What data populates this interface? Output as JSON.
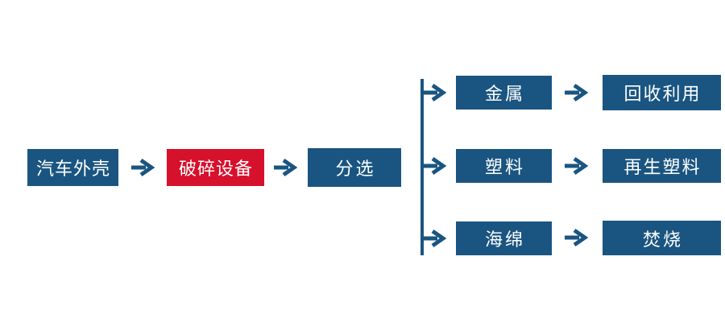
{
  "diagram": {
    "main_flow": {
      "source_label": "汽车外壳",
      "process_label": "破碎设备",
      "sorting_label": "分选"
    },
    "branches": [
      {
        "material": "金属",
        "outcome": "回收利用"
      },
      {
        "material": "塑料",
        "outcome": "再生塑料"
      },
      {
        "material": "海绵",
        "outcome": "焚烧"
      }
    ],
    "icons": {
      "flow_arrow": "→"
    },
    "colors": {
      "node_blue": "#1A5581",
      "node_highlight_red": "#D6112C",
      "arrow_blue": "#1A5581",
      "text_white": "#FFFFFF",
      "background": "#FFFFFF"
    }
  }
}
